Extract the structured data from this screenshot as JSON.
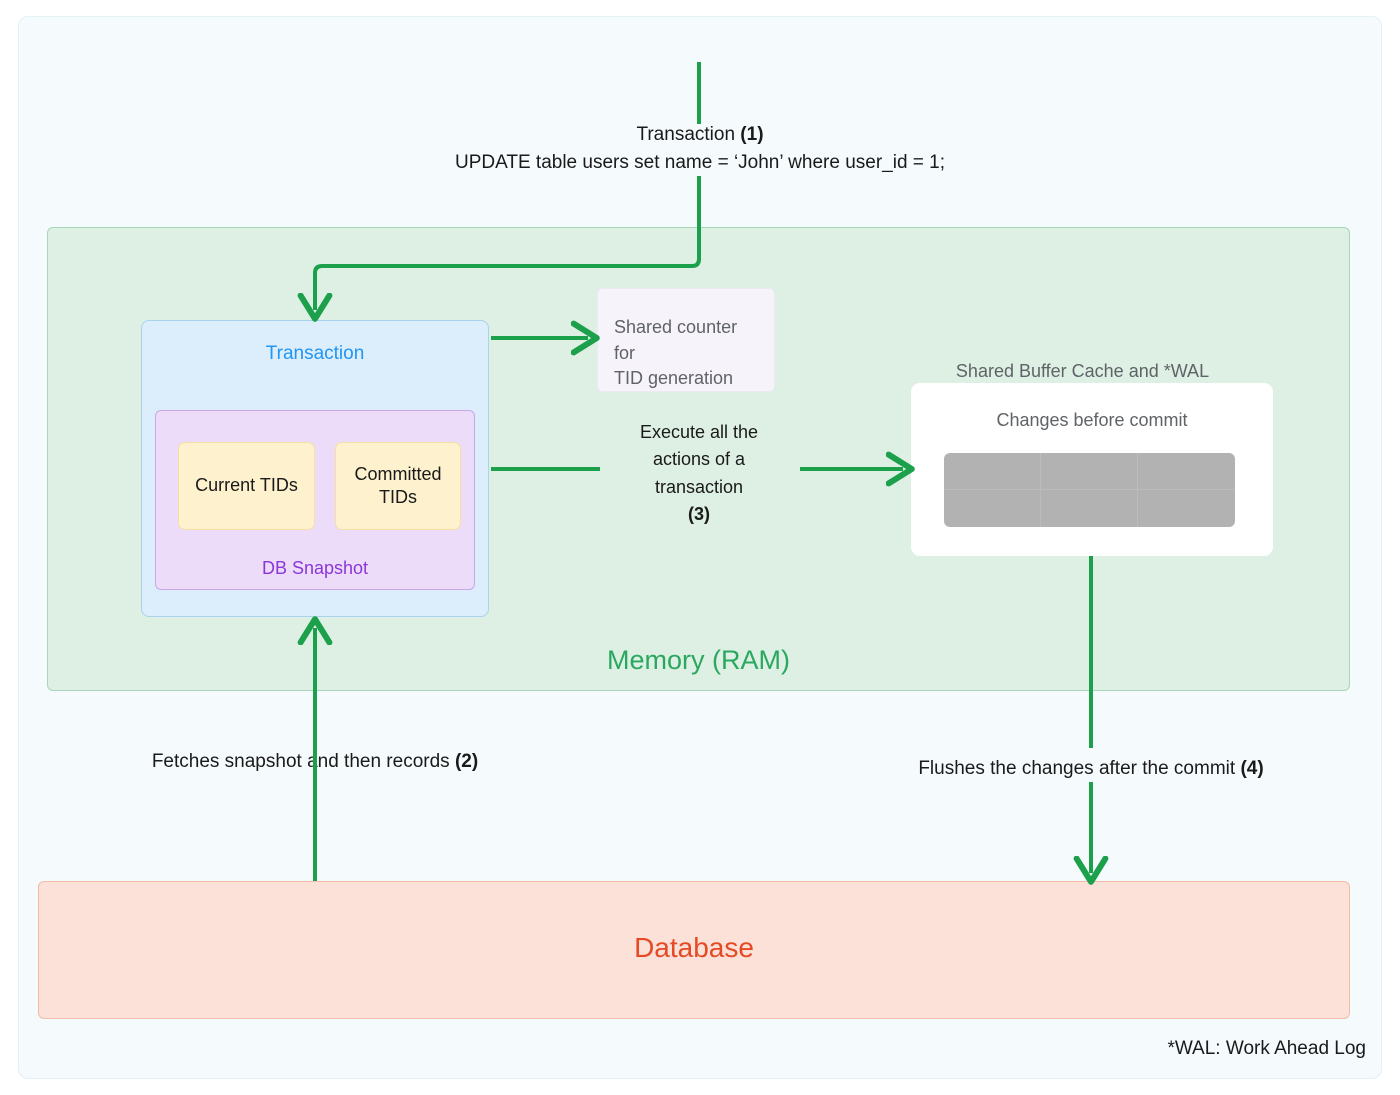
{
  "diagram": {
    "title_caption": {
      "line1_text": "Transaction ",
      "line1_step": "(1)",
      "line2": "UPDATE table users set name = ‘John’ where user_id = 1;"
    },
    "memory": {
      "label": "Memory (RAM)",
      "color": "#2aa860",
      "fill": "#ddf0e3",
      "border": "#a9d5bb"
    },
    "transaction_box": {
      "title": "Transaction",
      "title_color": "#2196f3",
      "fill": "#dcedfb",
      "snapshot": {
        "label": "DB Snapshot",
        "label_color": "#8b36d9",
        "fill": "#ecdcfa",
        "items": [
          {
            "label": "Current TIDs"
          },
          {
            "label": "Committed TIDs"
          }
        ]
      }
    },
    "shared_counter": {
      "line1": "Shared counter for",
      "line2": "TID generation"
    },
    "execute_caption": {
      "line1": "Execute all the",
      "line2": "actions of a",
      "line3": "transaction",
      "step": "(3)"
    },
    "shared_buffer_cache": {
      "title": "Shared Buffer Cache and *WAL",
      "subtitle": "Changes before commit",
      "grid": {
        "columns": 3,
        "rows": 2,
        "fill": "#b2b2b2"
      }
    },
    "steps": {
      "fetch": {
        "text": "Fetches snapshot and then records ",
        "number": "(2)"
      },
      "flush": {
        "text": "Flushes the changes after the commit ",
        "number": "(4)"
      }
    },
    "database": {
      "label": "Database",
      "color": "#e54a25",
      "fill": "#fce1d9",
      "border": "#f2bca9"
    },
    "footnote": "*WAL: Work Ahead Log",
    "arrow_color": "#1ca04c"
  }
}
